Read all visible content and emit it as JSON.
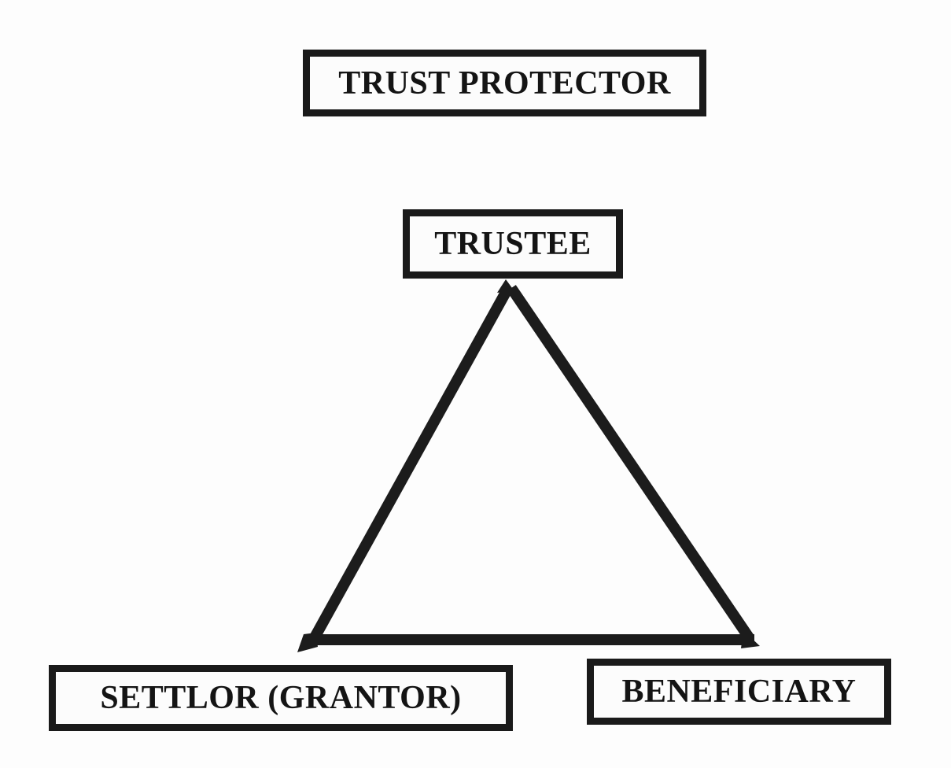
{
  "diagram": {
    "type": "trust-relationship-triangle",
    "shape": "triangle",
    "nodes": {
      "trust_protector": {
        "label": "TRUST PROTECTOR",
        "position": "top"
      },
      "trustee": {
        "label": "TRUSTEE",
        "position": "above-apex"
      },
      "settlor": {
        "label": "SETTLOR (GRANTOR)",
        "position": "bottom-left"
      },
      "beneficiary": {
        "label": "BENEFICIARY",
        "position": "bottom-right"
      }
    },
    "colors": {
      "ink": "#1a1a1a",
      "paper": "#fdfdfd"
    }
  }
}
